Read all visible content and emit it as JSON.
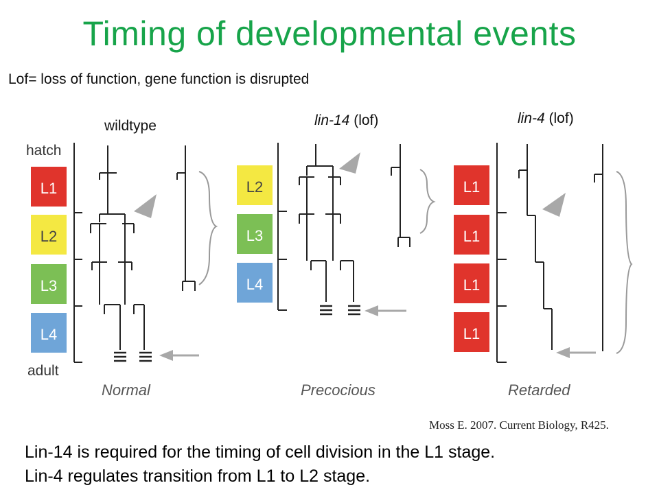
{
  "title": "Timing of developmental events",
  "subtitle": "Lof= loss of function, gene function is disrupted",
  "columns": [
    {
      "id": "wildtype",
      "header_gene": "",
      "header_suffix": "wildtype",
      "caption": "Normal",
      "stages": [
        "L1",
        "L2",
        "L3",
        "L4"
      ]
    },
    {
      "id": "lin14",
      "header_gene": "lin-14",
      "header_suffix": " (lof)",
      "caption": "Precocious",
      "stages": [
        "L2",
        "L3",
        "L4"
      ]
    },
    {
      "id": "lin4",
      "header_gene": "lin-4",
      "header_suffix": " (lof)",
      "caption": "Retarded",
      "stages": [
        "L1",
        "L1",
        "L1",
        "L1"
      ]
    }
  ],
  "timeline": {
    "start": "hatch",
    "end": "adult"
  },
  "stage_colors": {
    "L1": "#e0342c",
    "L2": "#f4e842",
    "L3": "#7cbf55",
    "L4": "#6fa5d8"
  },
  "citation": "Moss E. 2007. Current Biology, R425.",
  "notes": [
    "Lin-14 is required for the timing of cell division in the L1 stage.",
    "Lin-4 regulates transition from L1 to L2 stage."
  ]
}
